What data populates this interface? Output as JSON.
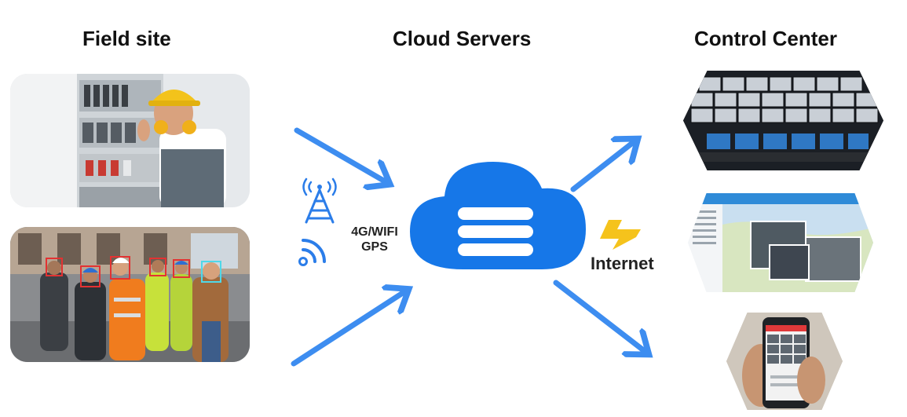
{
  "headings": {
    "field_site": "Field site",
    "cloud_servers": "Cloud Servers",
    "control_center": "Control Center"
  },
  "connection": {
    "line1": "4G/WIFI",
    "line2": "GPS"
  },
  "internet_label": "Internet",
  "photos": {
    "field_top": "worker-at-electrical-cabinet-photo",
    "field_bottom": "construction-workers-face-detection-photo",
    "control_top": "video-wall-monitoring-room-photo",
    "control_middle": "map-surveillance-software-screenshot",
    "control_bottom": "mobile-phone-app-photo"
  },
  "colors": {
    "arrow": "#3d8df0",
    "cloud": "#1677e8",
    "bolt": "#f5c31c",
    "icon": "#2b7de9"
  }
}
